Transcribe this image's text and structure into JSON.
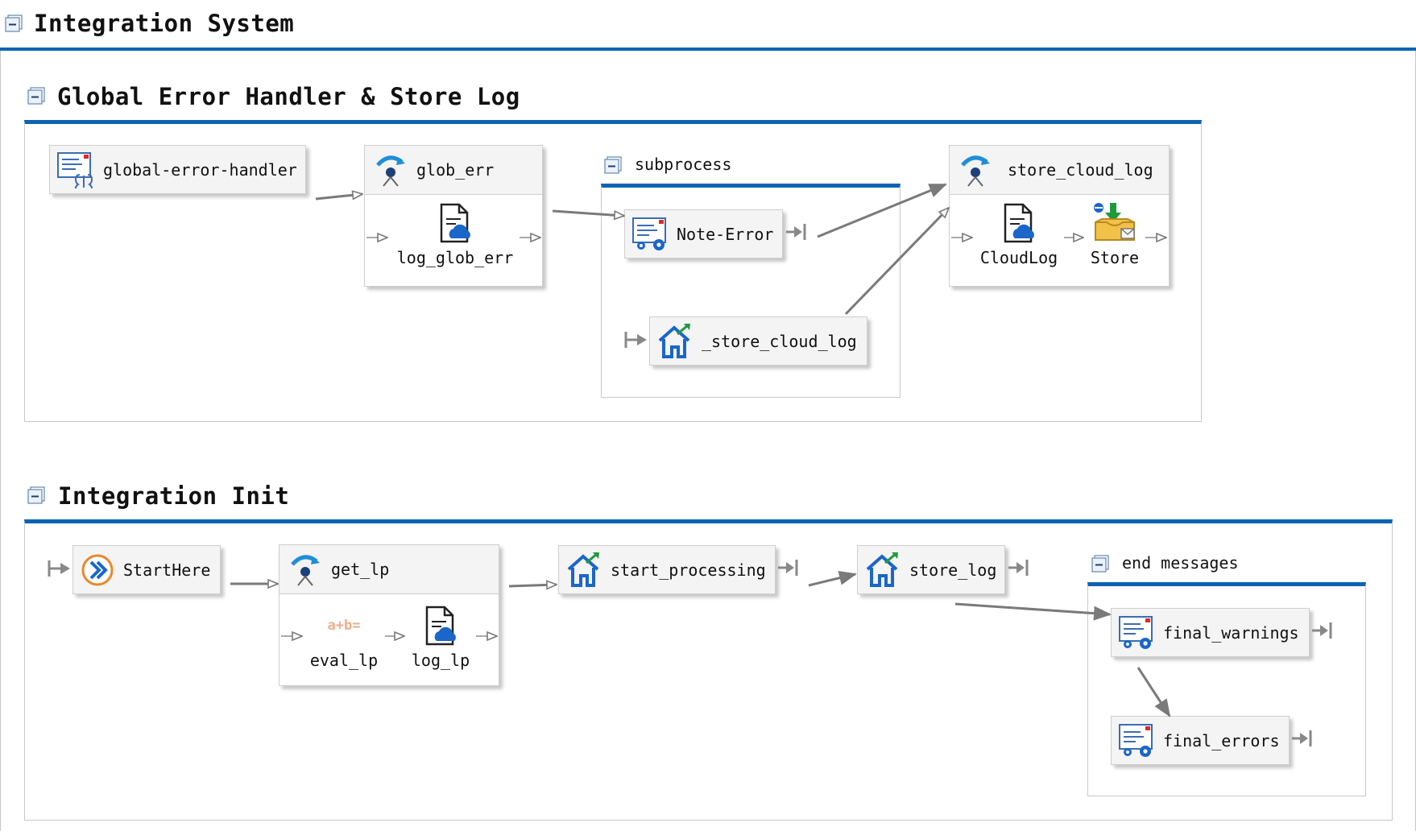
{
  "system": {
    "title": "Integration System"
  },
  "global_section": {
    "title": "Global Error Handler & Store Log",
    "nodes": {
      "handler": "global-error-handler",
      "glob_err": "glob_err",
      "log_glob_err": "log_glob_err",
      "subprocess": "subprocess",
      "note_error": "Note-Error",
      "store_cloud_log_ref": "_store_cloud_log",
      "store_cloud_log": "store_cloud_log",
      "cloudlog": "CloudLog",
      "store": "Store"
    }
  },
  "init_section": {
    "title": "Integration Init",
    "nodes": {
      "start": "StartHere",
      "get_lp": "get_lp",
      "eval_lp": "eval_lp",
      "eval_glyph": "a+b=",
      "log_lp": "log_lp",
      "start_processing": "start_processing",
      "store_log": "store_log",
      "end_messages": "end messages",
      "final_warnings": "final_warnings",
      "final_errors": "final_errors"
    }
  },
  "colors": {
    "accent": "#0d63b3",
    "connector": "#7a7a7a",
    "border": "#c8c8c8"
  },
  "icons": [
    "collapse-icon",
    "handler-icon",
    "catch-icon",
    "document-cloud-icon",
    "notification-icon",
    "home-icon",
    "start-icon",
    "store-icon",
    "eval-icon",
    "end-flow-icon",
    "start-flow-icon"
  ]
}
